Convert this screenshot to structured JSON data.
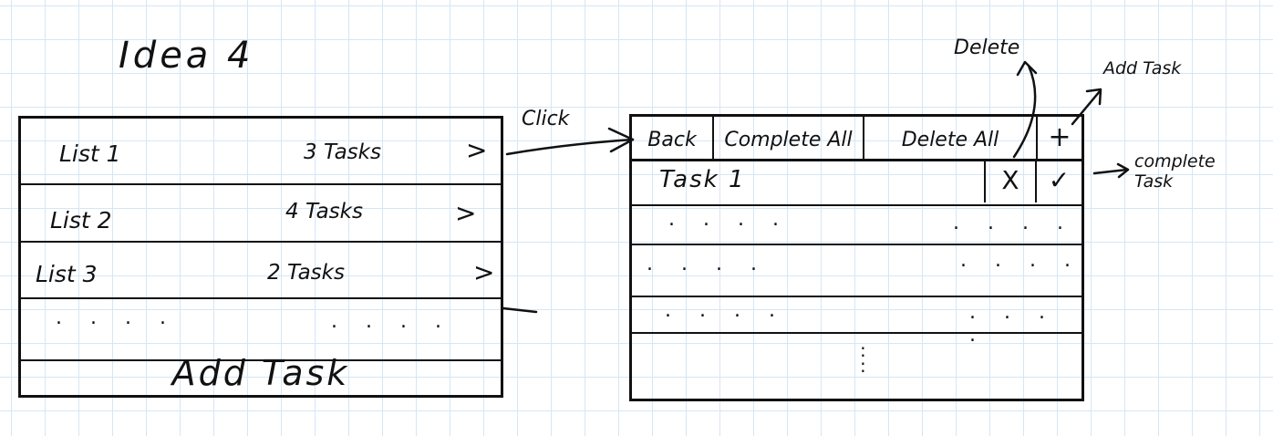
{
  "title": "Idea 4",
  "left_screen": {
    "lists": [
      {
        "name": "List 1",
        "count": "3 Tasks",
        "chevron": ">"
      },
      {
        "name": "List 2",
        "count": "4 Tasks",
        "chevron": ">"
      },
      {
        "name": "List 3",
        "count": "2 Tasks",
        "chevron": ">"
      }
    ],
    "placeholder_left": ". . . .",
    "placeholder_right": ". . . .",
    "add_task": "Add Task"
  },
  "transition_label": "Click",
  "right_screen": {
    "toolbar": {
      "back": "Back",
      "complete_all": "Complete All",
      "delete_all": "Delete All",
      "add": "+"
    },
    "task": {
      "name": "Task 1",
      "delete_icon": "x-icon",
      "delete_glyph": "X",
      "complete_icon": "check-icon",
      "complete_glyph": "✓"
    },
    "placeholder_rows": [
      {
        "left": ". . . .",
        "right": ". . . ."
      },
      {
        "left": ". . . .",
        "right": ". . . ."
      },
      {
        "left": ". . . .",
        "right": ". . . ."
      }
    ],
    "more_indicator": ":\n:"
  },
  "annotations": {
    "delete": "Delete",
    "add_task": "Add Task",
    "complete_task_line1": "complete",
    "complete_task_line2": "Task"
  }
}
